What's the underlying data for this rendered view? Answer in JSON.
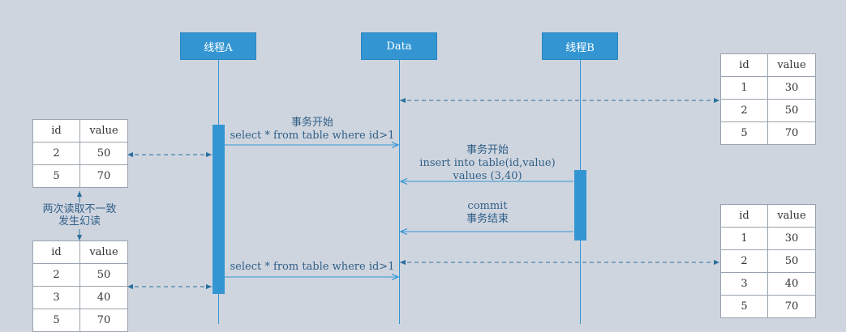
{
  "lanes": [
    {
      "label": "线程A"
    },
    {
      "label": "Data"
    },
    {
      "label": "线程B"
    }
  ],
  "tables": {
    "right_top": {
      "header": [
        "id",
        "value"
      ],
      "rows": [
        [
          "1",
          "30"
        ],
        [
          "2",
          "50"
        ],
        [
          "5",
          "70"
        ]
      ]
    },
    "right_bottom": {
      "header": [
        "id",
        "value"
      ],
      "rows": [
        [
          "1",
          "30"
        ],
        [
          "2",
          "50"
        ],
        [
          "3",
          "40"
        ],
        [
          "5",
          "70"
        ]
      ]
    },
    "left_top": {
      "header": [
        "id",
        "value"
      ],
      "rows": [
        [
          "2",
          "50"
        ],
        [
          "5",
          "70"
        ]
      ]
    },
    "left_bottom": {
      "header": [
        "id",
        "value"
      ],
      "rows": [
        [
          "2",
          "50"
        ],
        [
          "3",
          "40"
        ],
        [
          "5",
          "70"
        ]
      ]
    }
  },
  "messages": {
    "m1_line1": "事务开始",
    "m1_line2": "select * from table where id>1",
    "m2_line1": "事务开始",
    "m2_line2": "insert into table(id,value)",
    "m2_line3": "values (3,40)",
    "m3_line1": "commit",
    "m3_line2": "事务结束",
    "m4_line1": "select * from table where id>1"
  },
  "note": {
    "line1": "两次读取不一致",
    "line2": "发生幻读"
  },
  "colors": {
    "background": "#cfd5df",
    "accent": "#3396d3",
    "text": "#2f5f87"
  }
}
